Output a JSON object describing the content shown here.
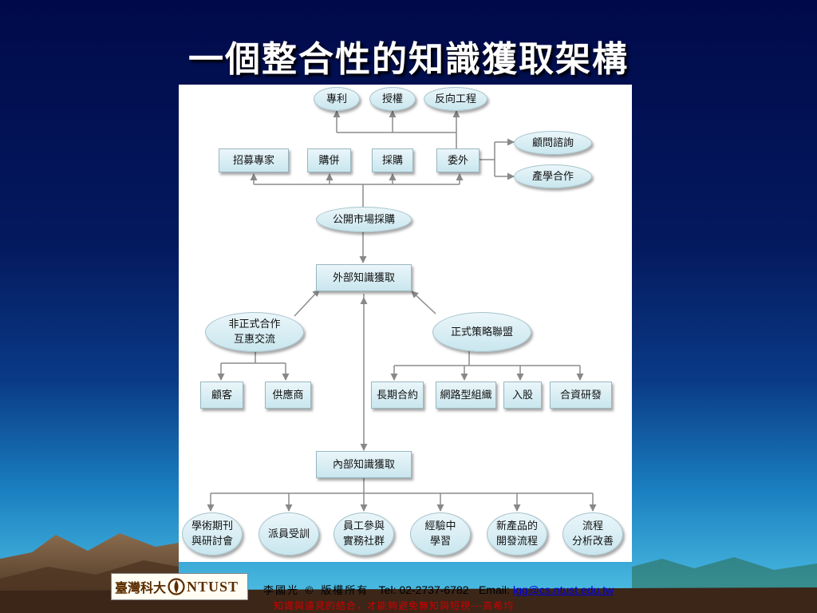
{
  "title": "一個整合性的知識獲取架構",
  "diagram": {
    "top_sources": [
      "專利",
      "授權",
      "反向工程"
    ],
    "market_channels": [
      "招募專家",
      "購併",
      "採購",
      "委外"
    ],
    "outsourcing_partners": [
      "顧問諮詢",
      "產學合作"
    ],
    "open_market": "公開市場採購",
    "external": "外部知識獲取",
    "informal": "非正式合作\n互惠交流",
    "formal": "正式策略聯盟",
    "informal_partners": [
      "顧客",
      "供應商"
    ],
    "formal_types": [
      "長期合約",
      "網路型組織",
      "入股",
      "合資研發"
    ],
    "internal": "內部知識獲取",
    "internal_channels": [
      "學術期刊\n與研討會",
      "派員受訓",
      "員工參與\n實務社群",
      "經驗中\n學習",
      "新產品的\n開發流程",
      "流程\n分析改善"
    ]
  },
  "footer": {
    "logo_text": "臺灣科大",
    "logo_abbr": "NTUST",
    "copyright_label": "李國光 © 版權所有",
    "tel": "Tel: 02-2737-6782",
    "email_label": "Email:",
    "email": "lgg@cs.ntust.edu.tw",
    "motto": "知識與遠見的結合，才能夠避免無知與短視---高希均"
  }
}
